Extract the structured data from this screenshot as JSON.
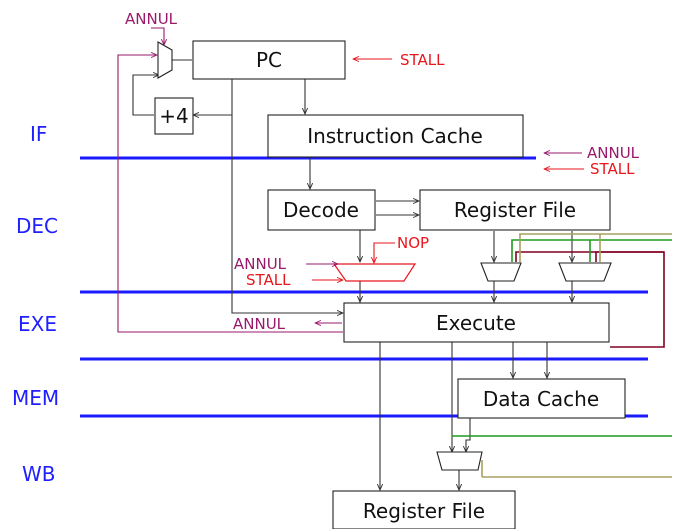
{
  "stages": [
    "IF",
    "DEC",
    "EXE",
    "MEM",
    "WB"
  ],
  "blocks": {
    "pc": "PC",
    "plus4": "+4",
    "icache": "Instruction Cache",
    "decode": "Decode",
    "regfile_read": "Register File",
    "execute": "Execute",
    "dcache": "Data Cache",
    "regfile_write": "Register File"
  },
  "signals": {
    "annul": "ANNUL",
    "stall": "STALL",
    "nop": "NOP"
  },
  "colors": {
    "stage_line": "#1a1aff",
    "stage_label": "#2020ff",
    "annul": "#99196b",
    "stall": "#e8161d",
    "bypass_dark": "#800020",
    "bypass_green": "#1f9a1f",
    "bypass_olive": "#a8a060",
    "wire": "#333333"
  }
}
